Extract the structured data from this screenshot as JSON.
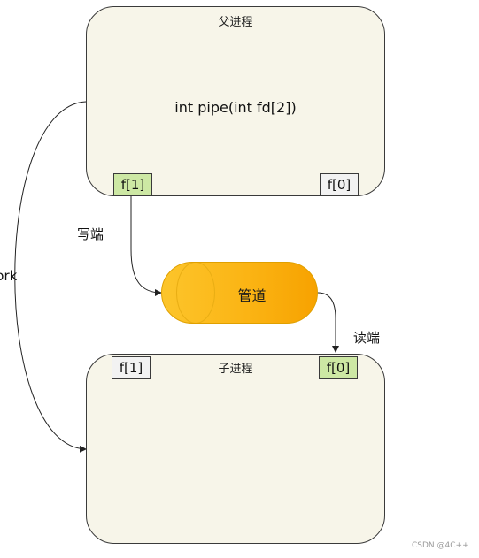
{
  "parent_process": {
    "title": "父进程",
    "code": "int pipe(int fd[2])",
    "fd_write": "f[1]",
    "fd_read": "f[0]"
  },
  "child_process": {
    "title": "子进程",
    "fd_write": "f[1]",
    "fd_read": "f[0]"
  },
  "pipe": {
    "label": "管道"
  },
  "labels": {
    "write_end": "写端",
    "read_end": "读端",
    "fork": "fork"
  },
  "watermark": "CSDN @4C++",
  "colors": {
    "process_fill": "#f7f5e9",
    "fd_active": "#cde8a4",
    "fd_inactive": "#f2f2f2",
    "pipe_gradient_start": "#fcc52b",
    "pipe_gradient_end": "#f7a200"
  }
}
